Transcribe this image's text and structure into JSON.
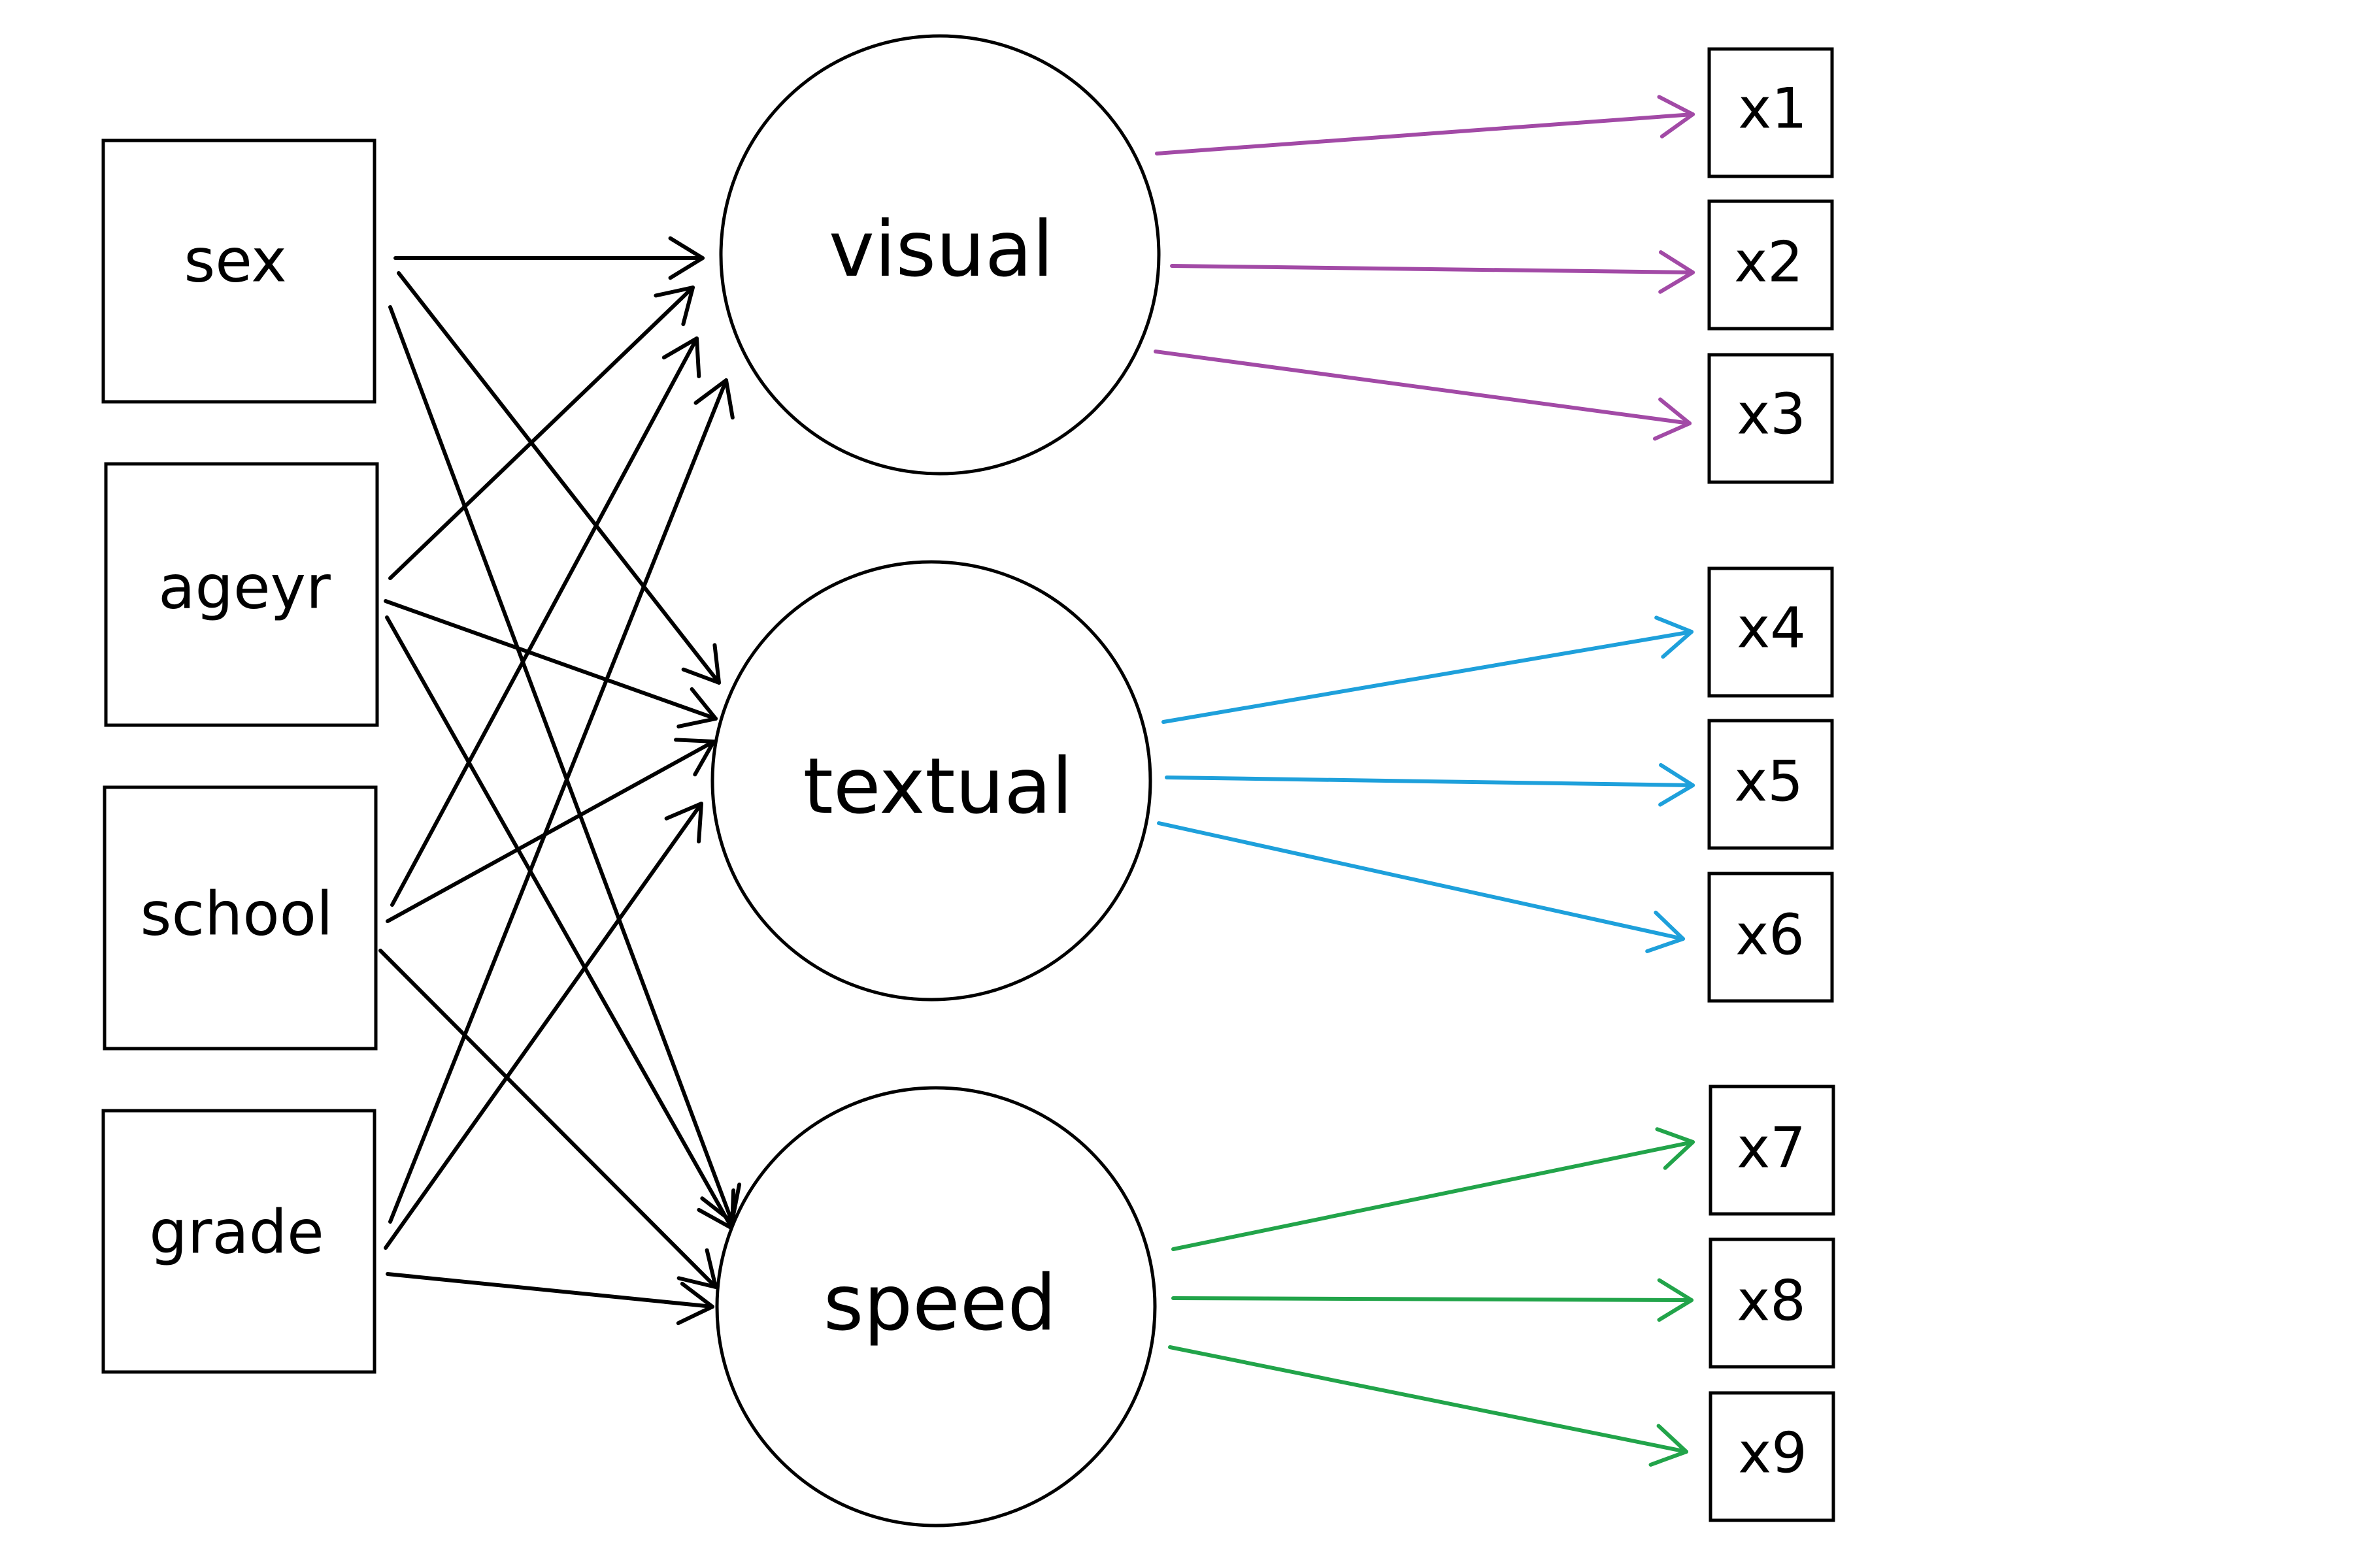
{
  "colors": {
    "background": "#ffffff",
    "node_stroke": "#000000",
    "regression_arrow": "#000000",
    "visual_arrows": "#a24aa6",
    "textual_arrows": "#1ea0db",
    "speed_arrows": "#22a44a"
  },
  "covariates": [
    {
      "id": "sex",
      "label": "sex"
    },
    {
      "id": "ageyr",
      "label": "ageyr"
    },
    {
      "id": "school",
      "label": "school"
    },
    {
      "id": "grade",
      "label": "grade"
    }
  ],
  "latents": [
    {
      "id": "visual",
      "label": "visual",
      "indicators": [
        "x1",
        "x2",
        "x3"
      ]
    },
    {
      "id": "textual",
      "label": "textual",
      "indicators": [
        "x4",
        "x5",
        "x6"
      ]
    },
    {
      "id": "speed",
      "label": "speed",
      "indicators": [
        "x7",
        "x8",
        "x9"
      ]
    }
  ],
  "indicators": [
    {
      "id": "x1",
      "label": "x1"
    },
    {
      "id": "x2",
      "label": "x2"
    },
    {
      "id": "x3",
      "label": "x3"
    },
    {
      "id": "x4",
      "label": "x4"
    },
    {
      "id": "x5",
      "label": "x5"
    },
    {
      "id": "x6",
      "label": "x6"
    },
    {
      "id": "x7",
      "label": "x7"
    },
    {
      "id": "x8",
      "label": "x8"
    },
    {
      "id": "x9",
      "label": "x9"
    }
  ],
  "regressions": [
    {
      "from": "sex",
      "to": "visual"
    },
    {
      "from": "sex",
      "to": "textual"
    },
    {
      "from": "sex",
      "to": "speed"
    },
    {
      "from": "ageyr",
      "to": "visual"
    },
    {
      "from": "ageyr",
      "to": "textual"
    },
    {
      "from": "ageyr",
      "to": "speed"
    },
    {
      "from": "school",
      "to": "visual"
    },
    {
      "from": "school",
      "to": "textual"
    },
    {
      "from": "school",
      "to": "speed"
    },
    {
      "from": "grade",
      "to": "visual"
    },
    {
      "from": "grade",
      "to": "textual"
    },
    {
      "from": "grade",
      "to": "speed"
    }
  ]
}
